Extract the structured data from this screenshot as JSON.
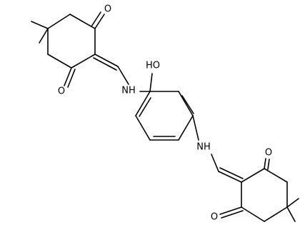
{
  "structure": {
    "atom_labels": {
      "o_top_right": "O",
      "o_top_left": "O",
      "oh": "HO",
      "nh_left": "NH",
      "nh_right": "NH",
      "o_bottom_right_upper": "O",
      "o_bottom_left_lower": "O"
    },
    "colors": {
      "bond": "#000000",
      "label": "#000000",
      "background": "#ffffff"
    }
  }
}
